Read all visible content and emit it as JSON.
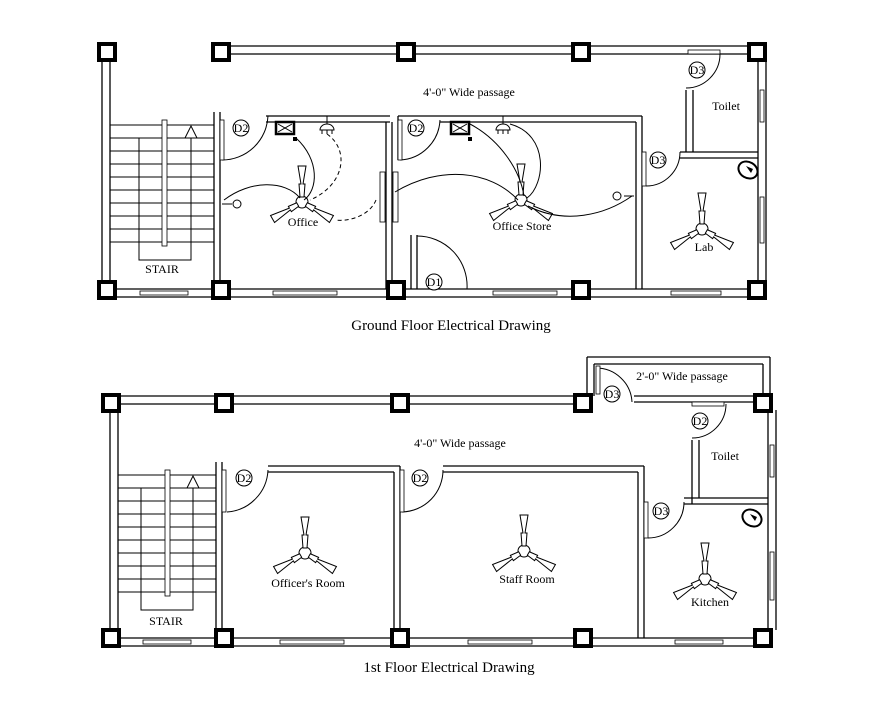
{
  "drawings": [
    {
      "title": "Ground Floor Electrical Drawing",
      "rooms": [
        {
          "label": "STAIR"
        },
        {
          "label": "Office"
        },
        {
          "label": "Office Store"
        },
        {
          "label": "Lab"
        },
        {
          "label": "Toilet"
        }
      ],
      "passages": [
        {
          "label": "4'-0\" Wide passage"
        }
      ],
      "doors": [
        {
          "tag": "D2"
        },
        {
          "tag": "D2"
        },
        {
          "tag": "D1"
        },
        {
          "tag": "D3"
        },
        {
          "tag": "D3"
        }
      ],
      "symbols": [
        "switch-board",
        "wall-light",
        "ceiling-fan",
        "bell-push",
        "wash-basin"
      ]
    },
    {
      "title": "1st Floor Electrical Drawing",
      "rooms": [
        {
          "label": "STAIR"
        },
        {
          "label": "Officer's Room"
        },
        {
          "label": "Staff Room"
        },
        {
          "label": "Kitchen"
        },
        {
          "label": "Toilet"
        }
      ],
      "passages": [
        {
          "label": "4'-0\" Wide passage"
        },
        {
          "label": "2'-0\" Wide passage"
        }
      ],
      "doors": [
        {
          "tag": "D2"
        },
        {
          "tag": "D2"
        },
        {
          "tag": "D3"
        },
        {
          "tag": "D2"
        },
        {
          "tag": "D3"
        }
      ],
      "symbols": [
        "ceiling-fan",
        "wash-basin"
      ]
    }
  ]
}
